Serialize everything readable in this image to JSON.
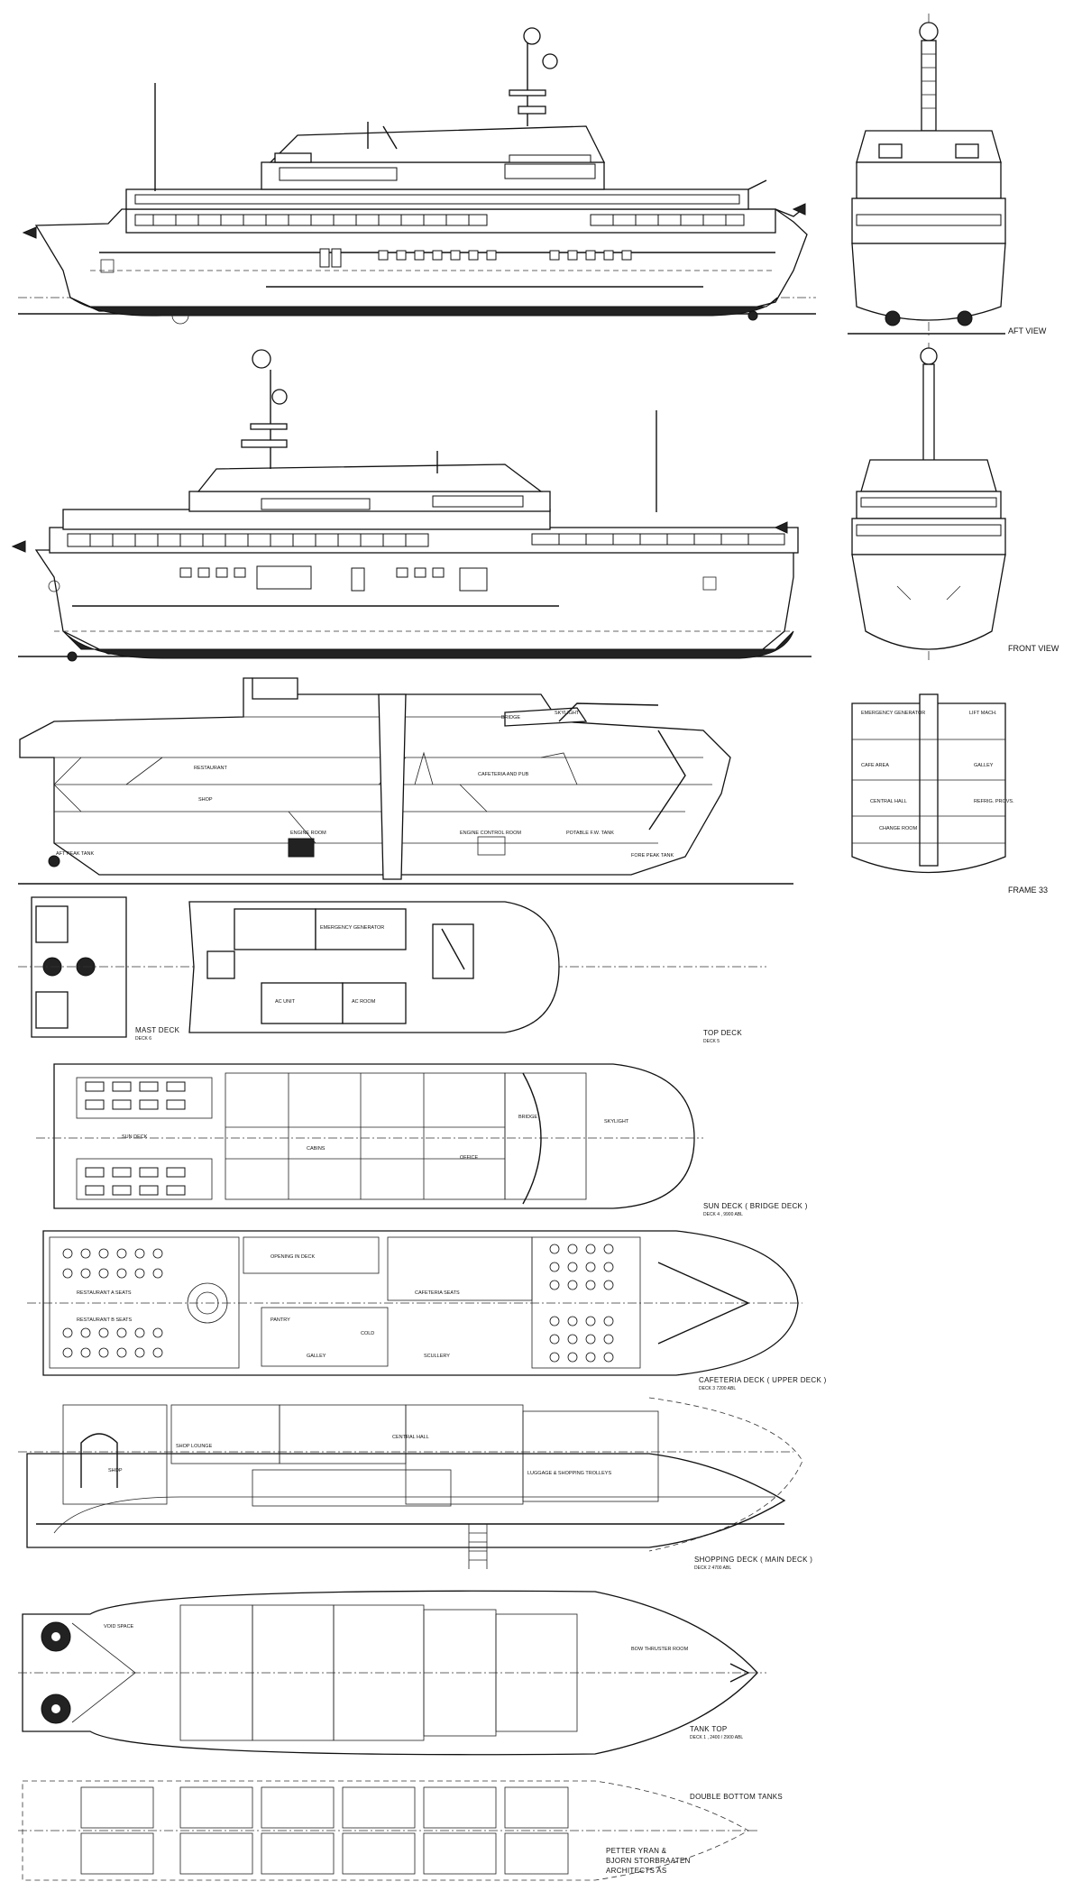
{
  "views": {
    "aft": "AFT VIEW",
    "front": "FRONT VIEW",
    "frame": "FRAME 33"
  },
  "section_labels": {
    "bridge": "BRIDGE",
    "skylight": "SKYLIGHT",
    "restaurant": "RESTAURANT",
    "cafeteria_pub": "CAFETERIA AND PUB",
    "shop": "SHOP",
    "engine_room": "ENGINE ROOM",
    "engine_control": "ENGINE CONTROL ROOM",
    "aft_peak": "AFT PEAK TANK",
    "fore_peak": "FORE PEAK TANK",
    "potable": "POTABLE F.W. TANK"
  },
  "frame_labels": {
    "emergency_generator": "EMERGENCY GENERATOR",
    "lift_mach": "LIFT MACH.",
    "cafe_area": "CAFE AREA",
    "galley": "GALLEY",
    "central_hall": "CENTRAL HALL",
    "change_room": "CHANGE ROOM",
    "refrig": "REFRIG. PROVS."
  },
  "decks": {
    "mast": {
      "title": "MAST DECK",
      "sub": "DECK 6"
    },
    "top": {
      "title": "TOP DECK",
      "sub": "DECK 5"
    },
    "sun": {
      "title": "SUN DECK  ( BRIDGE DECK )",
      "sub": "DECK 4 , 9900 ABL"
    },
    "cafeteria": {
      "title": "CAFETERIA DECK  ( UPPER DECK )",
      "sub": "DECK 3  7200 ABL"
    },
    "shopping": {
      "title": "SHOPPING DECK  ( MAIN DECK )",
      "sub": "DECK 2  4700 ABL"
    },
    "tank_top": {
      "title": "TANK TOP",
      "sub": "DECK 1 , 2400 / 2900 ABL"
    },
    "double_bottom": {
      "title": "DOUBLE BOTTOM TANKS",
      "sub": ""
    }
  },
  "deck_rooms": {
    "emergency_generator": "EMERGENCY GENERATOR",
    "ac_unit": "AC UNIT",
    "ac_room": "AC ROOM",
    "sun_deck": "SUN DECK",
    "bridge": "BRIDGE",
    "skylight": "SKYLIGHT",
    "office": "OFFICE",
    "cabins": "CABINS",
    "opening_deck": "OPENING IN DECK",
    "restaurant_a": "RESTAURANT A  SEATS",
    "restaurant_b": "RESTAURANT B  SEATS",
    "cafeteria_seats": "CAFETERIA  SEATS",
    "pantry": "PANTRY",
    "galley": "GALLEY",
    "cold": "COLD",
    "scullery": "SCULLERY",
    "shop_lounge": "SHOP LOUNGE",
    "shop": "SHOP",
    "central_hall": "CENTRAL HALL",
    "luggage_trolleys": "LUGGAGE & SHOPPING TROLLEYS",
    "bow_thruster": "BOW THRUSTER ROOM",
    "void": "VOID SPACE"
  },
  "credit": {
    "line1": "PETTER YRAN &",
    "line2": "BJORN STORBRAATEN",
    "line3": "ARCHITECTS AS"
  },
  "colors": {
    "line": "#111111",
    "background": "#ffffff"
  }
}
